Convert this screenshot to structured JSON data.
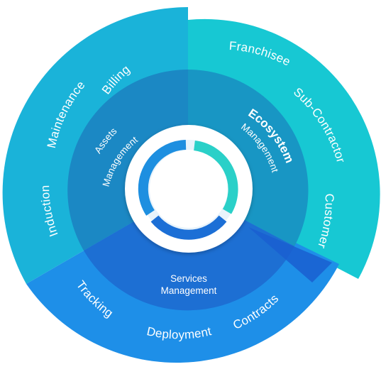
{
  "segments": {
    "assets": {
      "title_lines": [
        "Assets",
        "Management"
      ],
      "items": [
        "Billing",
        "Maintenance",
        "Induction"
      ],
      "colors": {
        "outer": "#1ab3d9",
        "inner": "#1b88c4"
      }
    },
    "ecosystem": {
      "title_lines": [
        "Ecosystem",
        "Management"
      ],
      "items": [
        "Franchisee",
        "Sub-Contractor",
        "Customer"
      ],
      "colors": {
        "outer": "#17c8d3",
        "inner": "#1896c4"
      }
    },
    "services": {
      "title_lines": [
        "Services",
        "Management"
      ],
      "items": [
        "Tracking",
        "Deployment",
        "Contracts"
      ],
      "colors": {
        "outer": "#1e8fe8",
        "inner": "#1d6fd3"
      }
    }
  },
  "hub": {
    "colors": {
      "arc_assets": "#1e8fe0",
      "arc_ecosystem": "#2ad0c8",
      "arc_services": "#1c6fd6",
      "ring": "#ffffff"
    }
  }
}
